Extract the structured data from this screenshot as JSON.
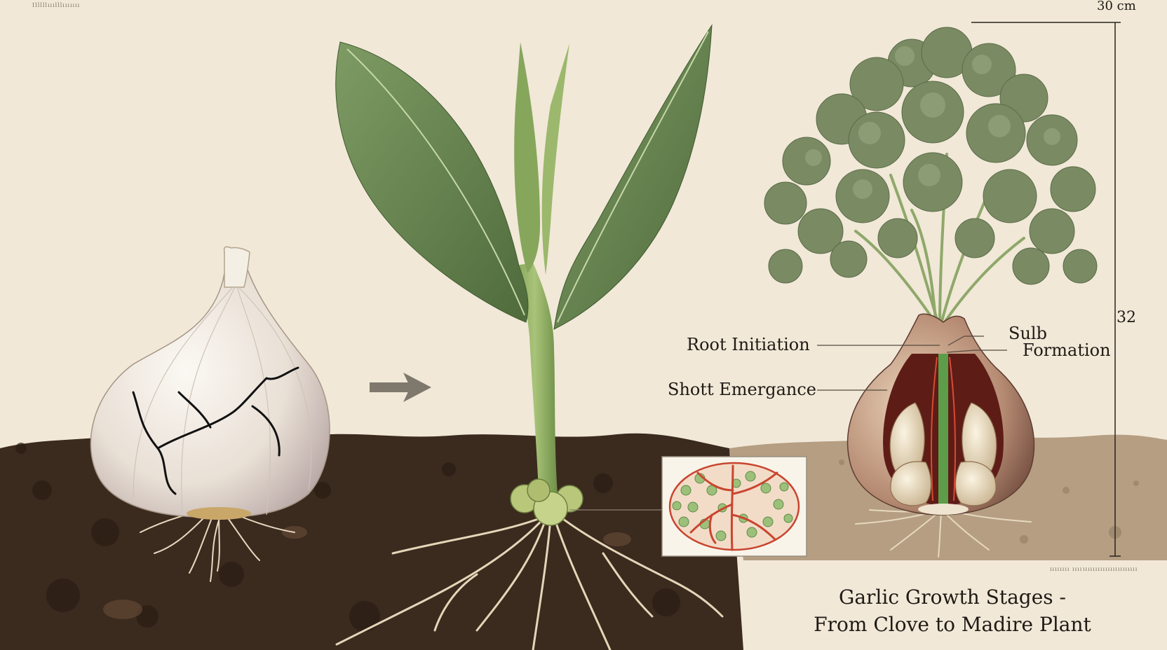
{
  "labels": {
    "root_initiation": "Root Initiation",
    "shoot_emergence": "Shott Emergance",
    "bulb_line1": "Sulb",
    "bulb_line2": "Formation"
  },
  "scale": {
    "top": "30 cm",
    "side": "32"
  },
  "title": {
    "line1": "Garlic Growth Stages -",
    "line2": "From Clove to Madire Plant"
  },
  "fine_print": {
    "top_left": "Illlllııılllııııııı",
    "bottom_right_a": "ıııııııı ıııı",
    "bottom_right_b": "ıııııııııııııııııııııı"
  },
  "colors": {
    "paper": "#f1e8d8",
    "soil": "#3b2a1e",
    "soil_light": "#b59e82",
    "leaf": "#6b8a55",
    "stem": "#8fae62",
    "bulb": "#efe7dc",
    "bulb_shade": "#b79aa3",
    "root": "#e6d9bf",
    "vein": "#c9452f",
    "foliage": "#7a8b63"
  }
}
